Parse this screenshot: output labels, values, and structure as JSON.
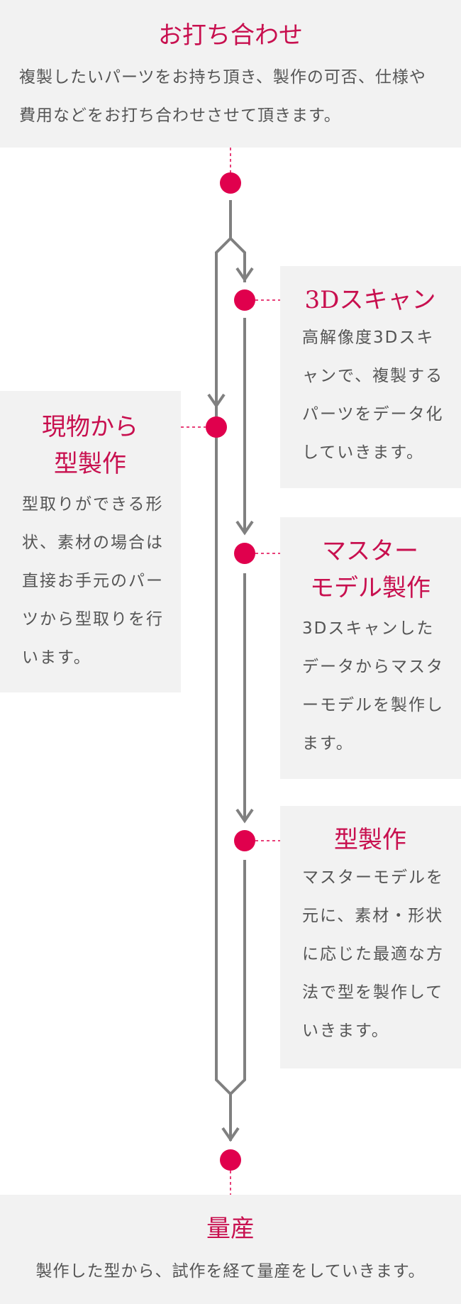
{
  "top": {
    "title": "お打ち合わせ",
    "desc": "複製したいパーツをお持ち頂き、製作の可否、仕様や費用などをお打ち合わせさせて頂きます。"
  },
  "scan3d": {
    "title": "3Dスキャン",
    "desc": "高解像度3Dスキャンで、複製するパーツをデータ化していきます。"
  },
  "direct": {
    "title_line1": "現物から",
    "title_line2": "型製作",
    "desc": "型取りができる形状、素材の場合は直接お手元のパーツから型取りを行います。"
  },
  "master": {
    "title_line1": "マスター",
    "title_line2": "モデル製作",
    "desc": "3Dスキャンしたデータからマスターモデルを製作します。"
  },
  "mold": {
    "title": "型製作",
    "desc": "マスターモデルを元に、素材・形状に応じた最適な方法で型を製作していきます。"
  },
  "bottom": {
    "title": "量産",
    "desc": "製作した型から、試作を経て量産をしていきます。"
  },
  "colors": {
    "accent": "#e0004d",
    "title": "#c8104f",
    "line": "#808080",
    "box_bg": "#f2f2f2",
    "text": "#555555"
  }
}
